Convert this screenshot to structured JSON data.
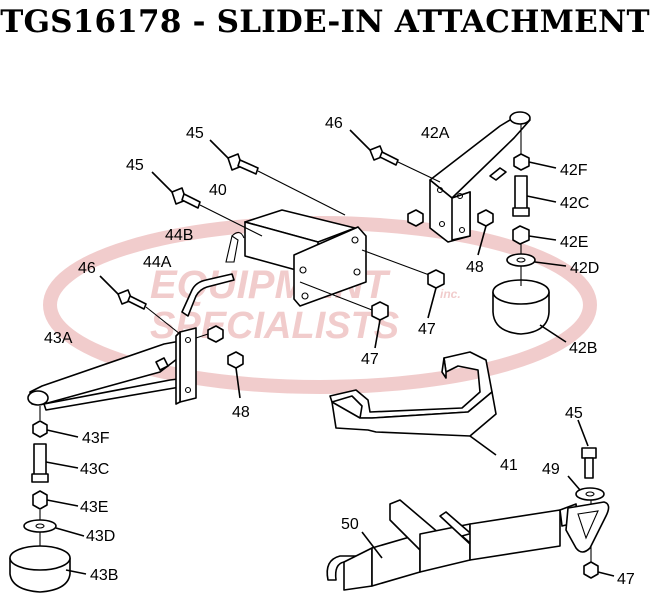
{
  "title": "TGS16178 - SLIDE-IN ATTACHMENT",
  "watermark": {
    "line1": "EQUIPMENT",
    "line2": "SPECIALISTS",
    "suffix": "inc.",
    "color": "#e6a3a3"
  },
  "labels": {
    "p45a": "45",
    "p45b": "45",
    "p45c": "45",
    "p46a": "46",
    "p46b": "46",
    "p40": "40",
    "p44B": "44B",
    "p44A": "44A",
    "p42A": "42A",
    "p42F": "42F",
    "p42C": "42C",
    "p42E": "42E",
    "p42D": "42D",
    "p42B": "42B",
    "p43A": "43A",
    "p43F": "43F",
    "p43C": "43C",
    "p43E": "43E",
    "p43D": "43D",
    "p43B": "43B",
    "p47a": "47",
    "p47b": "47",
    "p47c": "47",
    "p48a": "48",
    "p48b": "48",
    "p41": "41",
    "p49": "49",
    "p50": "50"
  }
}
